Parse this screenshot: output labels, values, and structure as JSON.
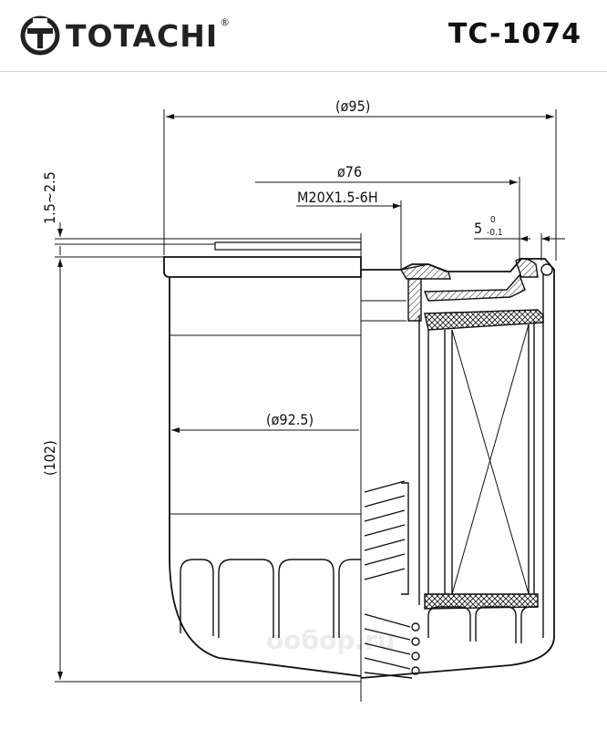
{
  "header": {
    "brand": "TOTACHI",
    "registered_mark": "®",
    "part_number": "TC-1074"
  },
  "dimensions": {
    "outer_diameter": "(ø95)",
    "gasket_diameter": "ø76",
    "thread": "M20X1.5-6H",
    "tolerance_base": "5",
    "tolerance_upper": "0",
    "tolerance_lower": "-0.1",
    "top_gap": "1.5~2.5",
    "height": "(102)",
    "body_diameter": "(ø92.5)"
  },
  "watermark": "ообор.ru"
}
